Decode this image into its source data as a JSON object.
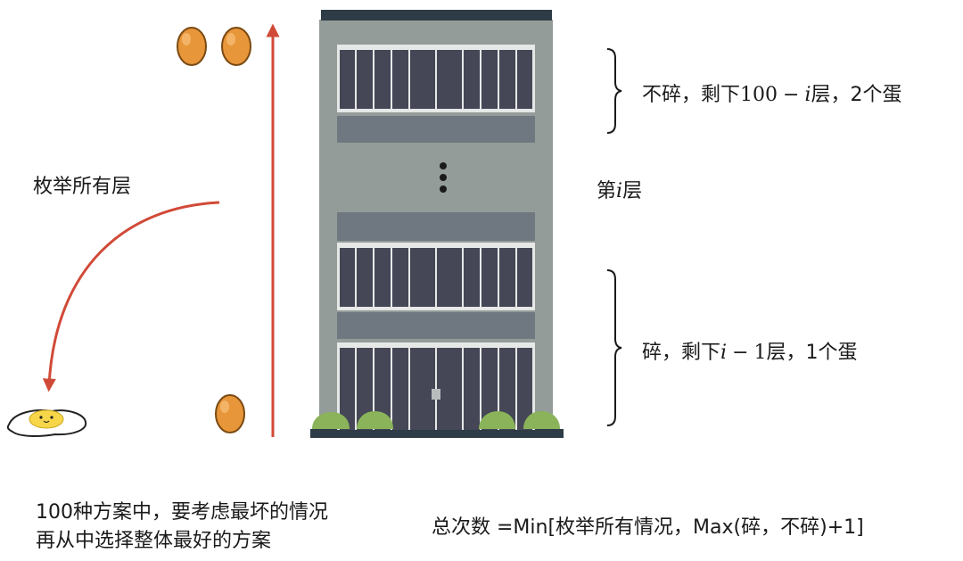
{
  "labels": {
    "enumerate": "枚举所有层",
    "floor_prefix": "第",
    "floor_var": "i",
    "floor_suffix": "层",
    "upper_prefix": "不碎，剩下",
    "upper_num": "100",
    "upper_op": "−",
    "upper_var": "i",
    "upper_suffix": "层，2个蛋",
    "lower_prefix": "碎，剩下",
    "lower_var": "i",
    "lower_op": "−",
    "lower_num": "1",
    "lower_suffix": "层，1个蛋",
    "note_line1": "100种方案中，要考虑最坏的情况",
    "note_line2": "再从中选择整体最好的方案",
    "formula": "总次数 =Min[枚举所有情况，Max(碎，不碎)+1]"
  },
  "colors": {
    "arrow_red": "#d14a38",
    "egg_orange": "#e8963a",
    "building_gray": "#939c98",
    "building_roof": "#2d3c46",
    "window_dark": "#454757",
    "band_gray": "#6f7880",
    "bush_green": "#8ab35a",
    "yolk_yellow": "#f7d64a"
  },
  "icons": [
    "egg-icon",
    "broken-egg-icon",
    "building-icon",
    "ellipsis-dots-icon",
    "brace-icon",
    "arrow-icon"
  ]
}
